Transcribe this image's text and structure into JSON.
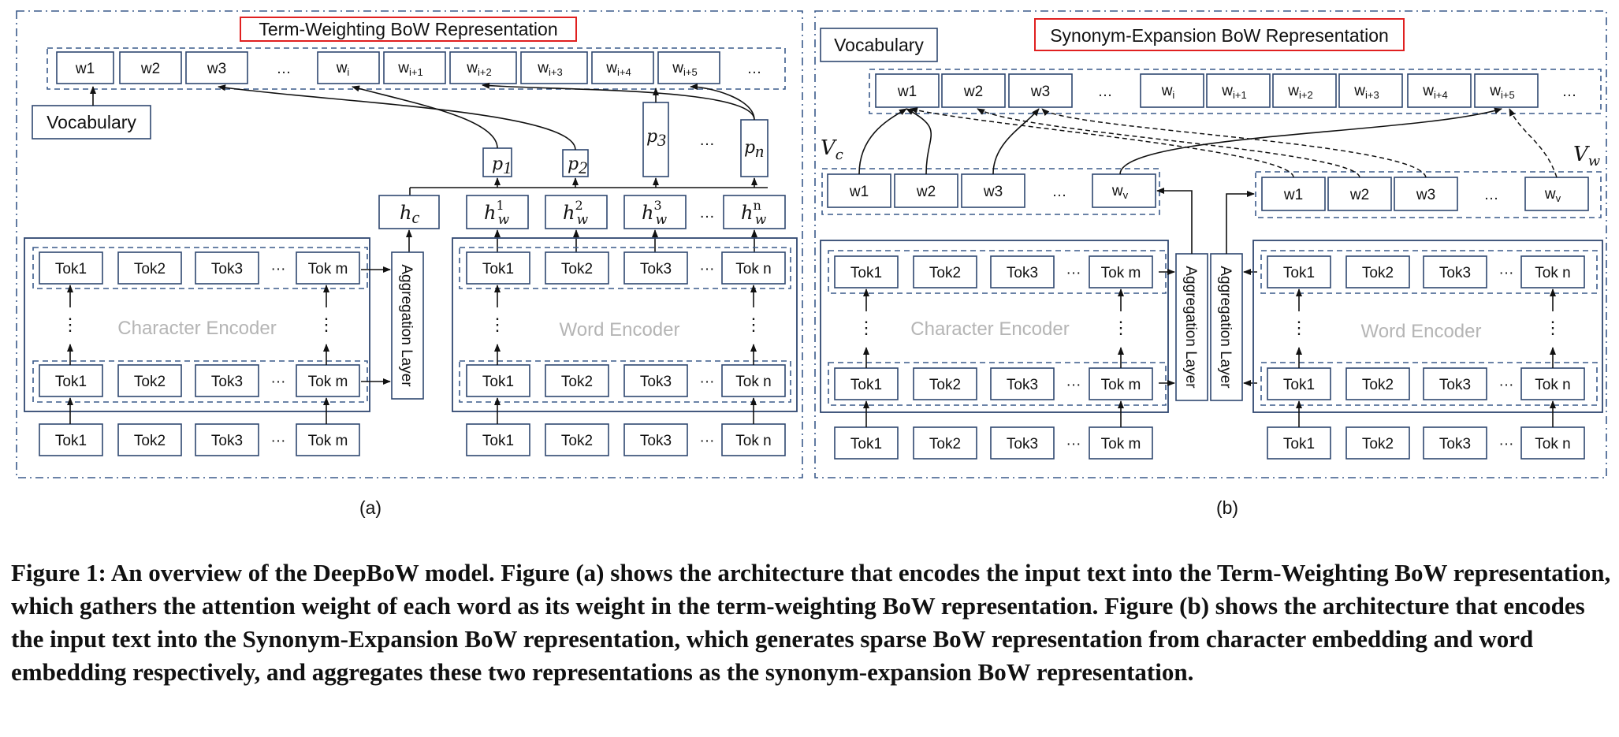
{
  "panel_a": {
    "title": "Term-Weighting BoW Representation",
    "vocabulary_label": "Vocabulary",
    "vocab_top": [
      "w1",
      "w2",
      "w3",
      "…"
    ],
    "vocab_i": [
      "i",
      "i+1",
      "i+2",
      "i+3",
      "i+4",
      "i+5"
    ],
    "vocab_end": "…",
    "probs": [
      "1",
      "2",
      "3",
      "…",
      "n"
    ],
    "hidden_c": "c",
    "hidden_w": [
      "1",
      "2",
      "3",
      "…",
      "n"
    ],
    "char_encoder_label": "Character Encoder",
    "word_encoder_label": "Word Encoder",
    "aggregation_label": "Aggregation Layer",
    "char_tokens": [
      "Tok1",
      "Tok2",
      "Tok3",
      "···",
      "Tok m"
    ],
    "word_tokens": [
      "Tok1",
      "Tok2",
      "Tok3",
      "···",
      "Tok n"
    ],
    "vdots": "⋮",
    "label": "(a)"
  },
  "panel_b": {
    "title": "Synonym-Expansion BoW Representation",
    "vocabulary_label": "Vocabulary",
    "vocab_top": [
      "w1",
      "w2",
      "w3",
      "…"
    ],
    "vocab_i": [
      "i",
      "i+1",
      "i+2",
      "i+3",
      "i+4",
      "i+5"
    ],
    "vocab_end": "…",
    "vc_label": "V",
    "vc_sub": "c",
    "vw_label": "V",
    "vw_sub": "w",
    "vc_items": [
      "w1",
      "w2",
      "w3",
      "…",
      "w"
    ],
    "vw_items": [
      "w1",
      "w2",
      "w3",
      "…",
      "w"
    ],
    "v_sub": "v",
    "char_encoder_label": "Character Encoder",
    "word_encoder_label": "Word Encoder",
    "aggregation_label": "Aggregation Layer",
    "char_tokens": [
      "Tok1",
      "Tok2",
      "Tok3",
      "···",
      "Tok m"
    ],
    "word_tokens": [
      "Tok1",
      "Tok2",
      "Tok3",
      "···",
      "Tok n"
    ],
    "vdots": "⋮",
    "label": "(b)"
  },
  "caption": "Figure 1: An overview of the DeepBoW model. Figure (a) shows the architecture that encodes the input text into the Term-Weighting BoW representation, which gathers the attention weight of each word as its weight in the term-weighting BoW representation. Figure (b) shows the architecture that encodes the input text into the Synonym-Expansion BoW representation, which generates sparse BoW representation from character embedding and word embedding respectively, and aggregates these two representations as the synonym-expansion BoW representation.",
  "colors": {
    "box_stroke": "#2f4770",
    "dashed_stroke": "#3a5a8a",
    "title_border": "#e02020",
    "encoder_text": "#b5b5b5"
  }
}
